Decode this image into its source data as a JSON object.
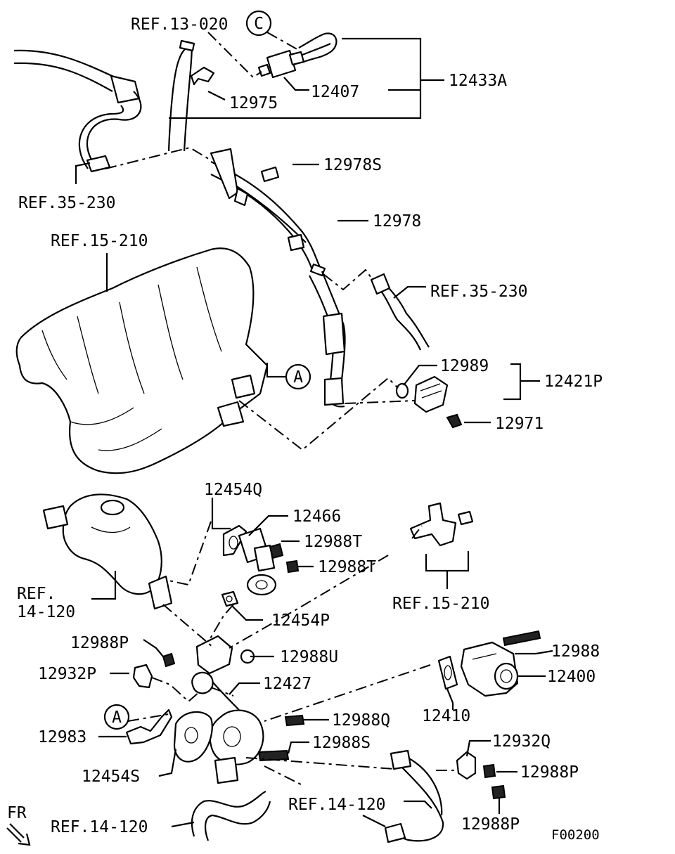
{
  "diagram": {
    "code": "F00200",
    "direction": "FR",
    "circles": {
      "a1": "A",
      "a2": "A",
      "c": "C"
    },
    "labels": {
      "ref_13_020": "REF.13-020",
      "p12975": "12975",
      "p12407": "12407",
      "p12433A": "12433A",
      "p12978S": "12978S",
      "p12978": "12978",
      "ref_35_230_left": "REF.35-230",
      "ref_15_210_top": "REF.15-210",
      "ref_35_230_right": "REF.35-230",
      "p12989": "12989",
      "p12421P": "12421P",
      "p12971": "12971",
      "p12454Q": "12454Q",
      "p12466": "12466",
      "p12988T_a": "12988T",
      "p12988T_b": "12988T",
      "ref_14_120_a1": "REF.",
      "ref_14_120_a2": "14-120",
      "ref_15_210_bottom": "REF.15-210",
      "p12454P": "12454P",
      "p12988P_left": "12988P",
      "p12988U": "12988U",
      "p12988": "12988",
      "p12932P": "12932P",
      "p12400": "12400",
      "p12427": "12427",
      "p12988Q": "12988Q",
      "p12410": "12410",
      "p12983": "12983",
      "p12988S": "12988S",
      "p12932Q": "12932Q",
      "p12454S": "12454S",
      "p12988P_right": "12988P",
      "ref_14_120_mid": "REF.14-120",
      "ref_14_120_bottom": "REF.14-120",
      "p12988P_bottom": "12988P"
    }
  }
}
